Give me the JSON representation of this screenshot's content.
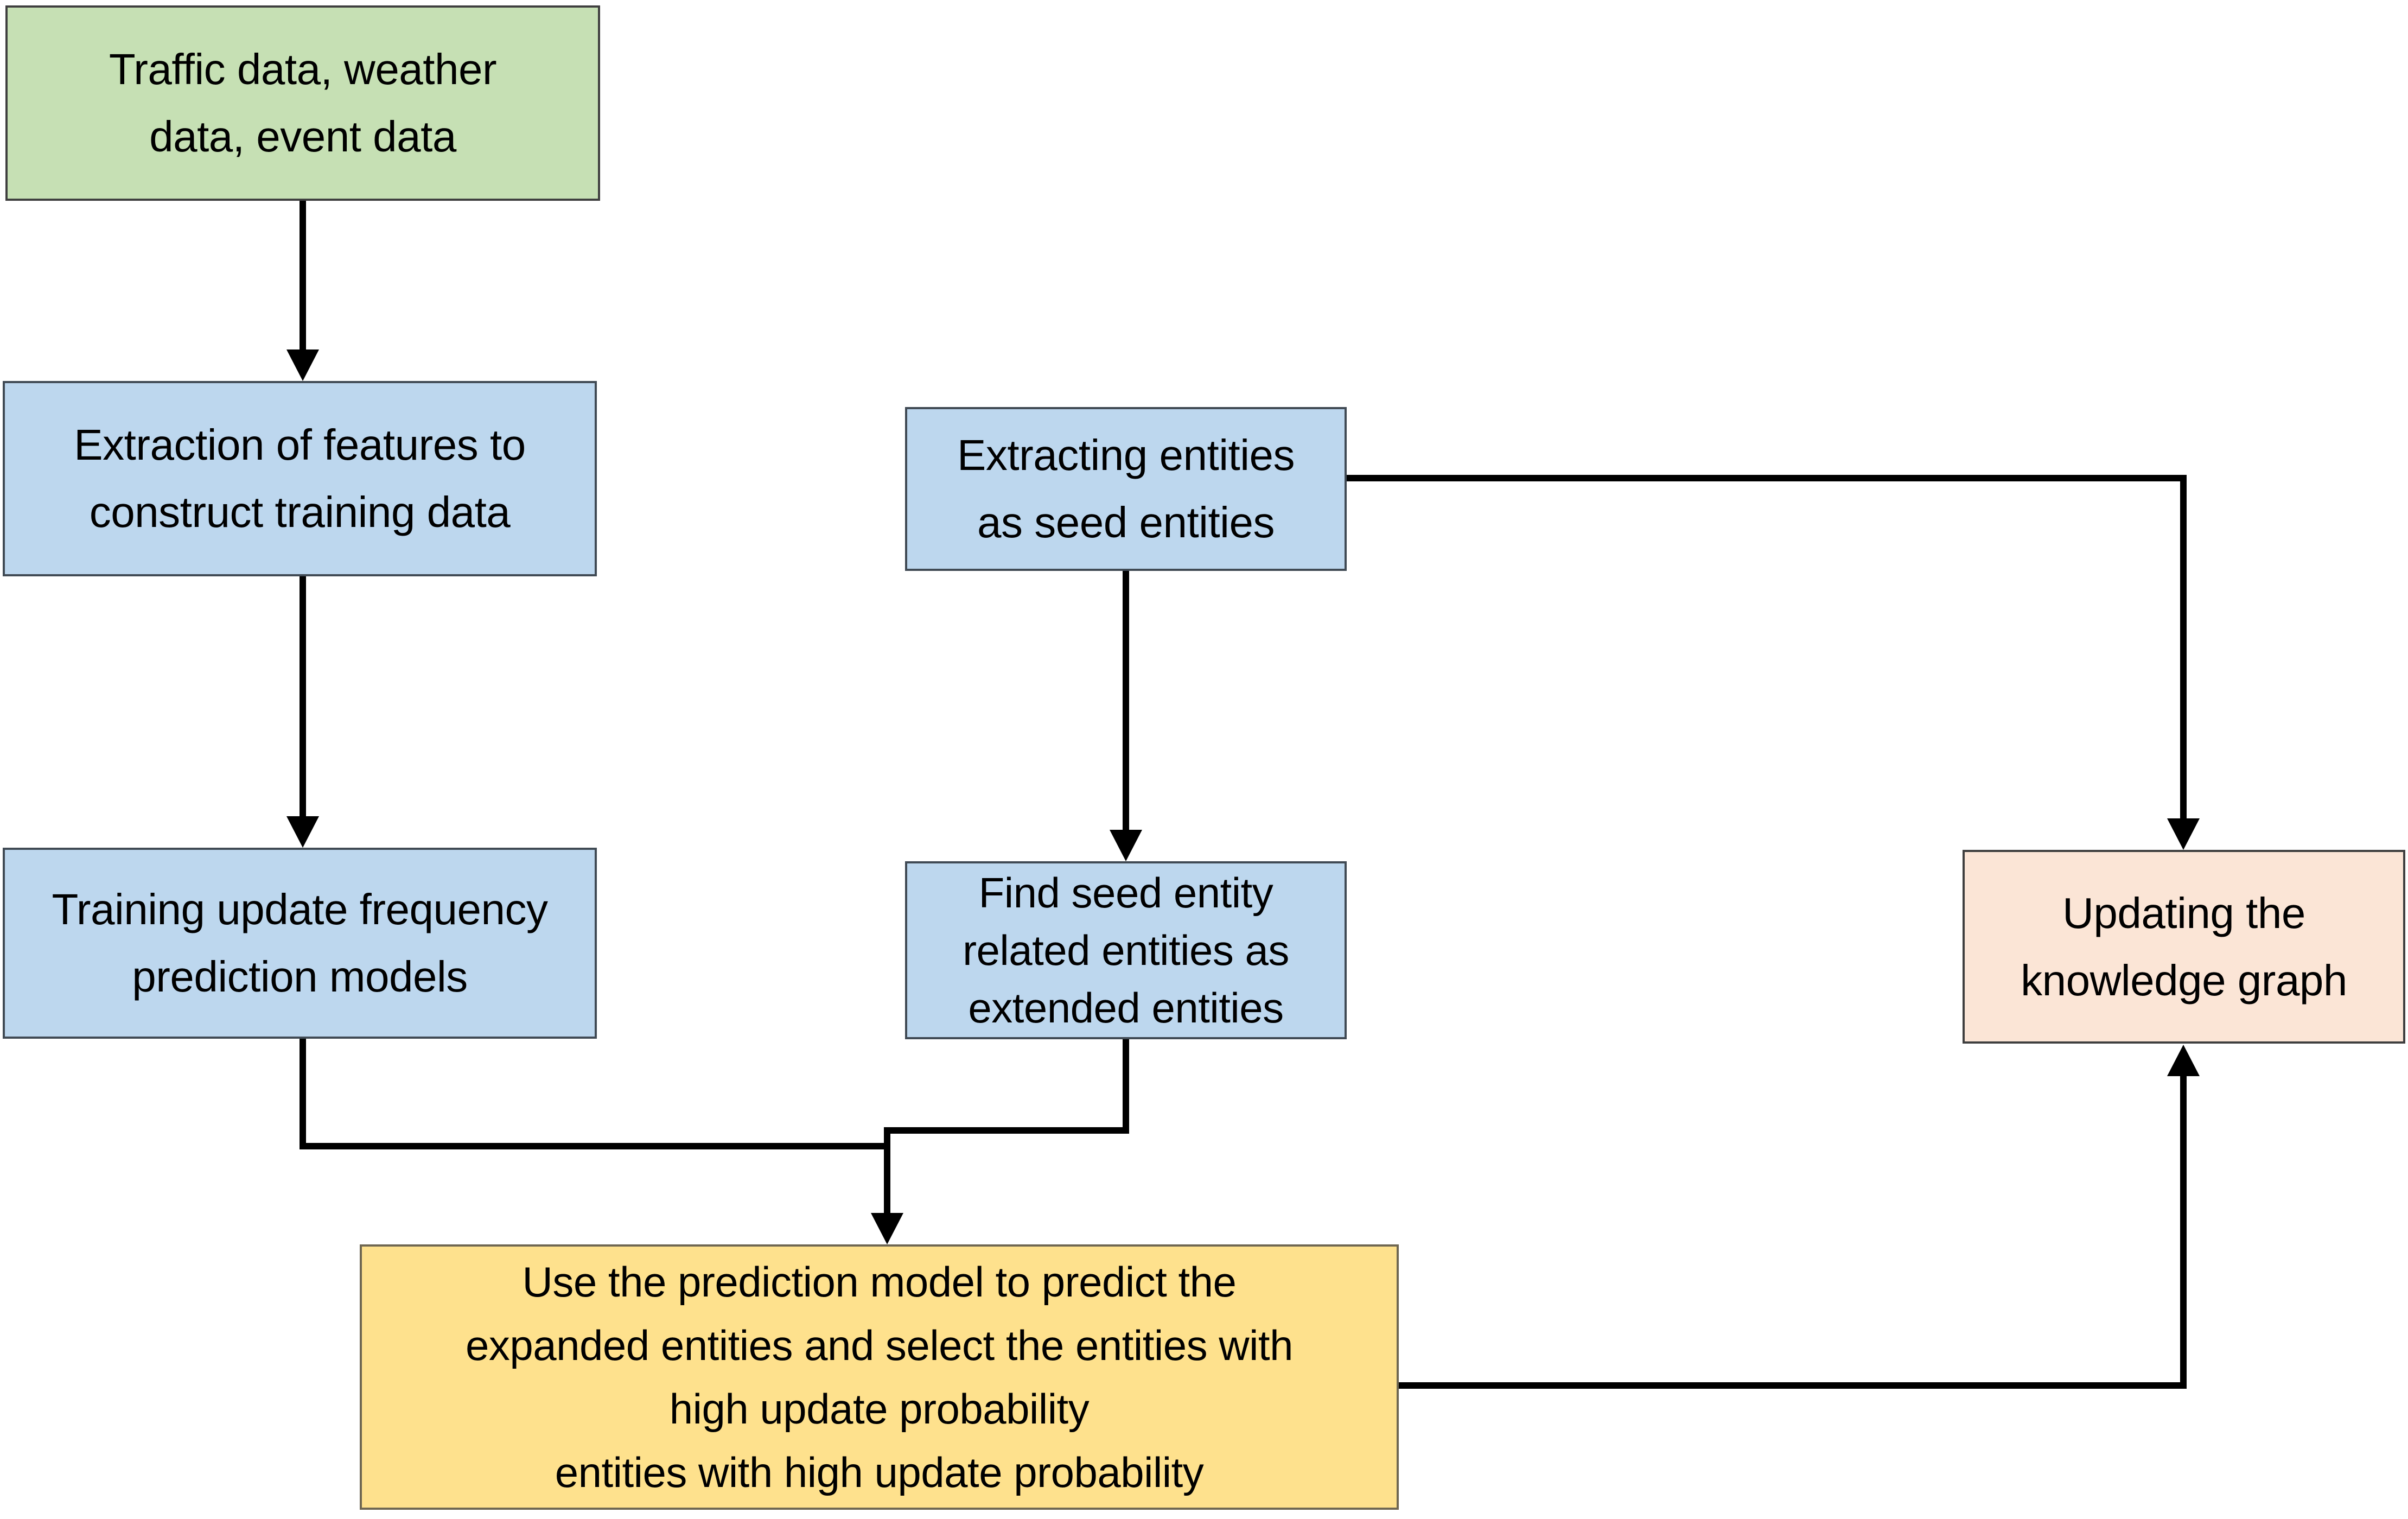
{
  "diagram": {
    "background": "#ffffff",
    "edge_color": "#000000",
    "text_color": "#000000",
    "nodes": [
      {
        "id": "source-data",
        "label": "Traffic data, weather\ndata, event data",
        "fill": "#c6e0b4",
        "border": "#3f3f3f"
      },
      {
        "id": "feature-extraction",
        "label": "Extraction of features to\nconstruct training data",
        "fill": "#bdd7ee",
        "border": "#404a54"
      },
      {
        "id": "seed-extraction",
        "label": "Extracting entities\nas seed entities",
        "fill": "#bdd7ee",
        "border": "#404a54"
      },
      {
        "id": "model-training",
        "label": "Training update frequency\nprediction models",
        "fill": "#bdd7ee",
        "border": "#404a54"
      },
      {
        "id": "entity-expansion",
        "label": "Find seed entity\nrelated entities as\nextended entities",
        "fill": "#bdd7ee",
        "border": "#404a54"
      },
      {
        "id": "update-prediction",
        "label": "Use the prediction model to predict the\nexpanded entities and select the entities with\nhigh update probability\nentities with high update probability",
        "fill": "#fee18d",
        "border": "#6f6752"
      },
      {
        "id": "kg-update",
        "label": "Updating the\nknowledge graph",
        "fill": "#fbe5d6",
        "border": "#3f3f3f"
      }
    ],
    "edges": [
      {
        "from": "source-data",
        "to": "feature-extraction"
      },
      {
        "from": "feature-extraction",
        "to": "model-training"
      },
      {
        "from": "seed-extraction",
        "to": "entity-expansion"
      },
      {
        "from": "seed-extraction",
        "to": "kg-update"
      },
      {
        "from": "model-training",
        "to": "update-prediction"
      },
      {
        "from": "entity-expansion",
        "to": "update-prediction"
      },
      {
        "from": "update-prediction",
        "to": "kg-update"
      }
    ]
  }
}
